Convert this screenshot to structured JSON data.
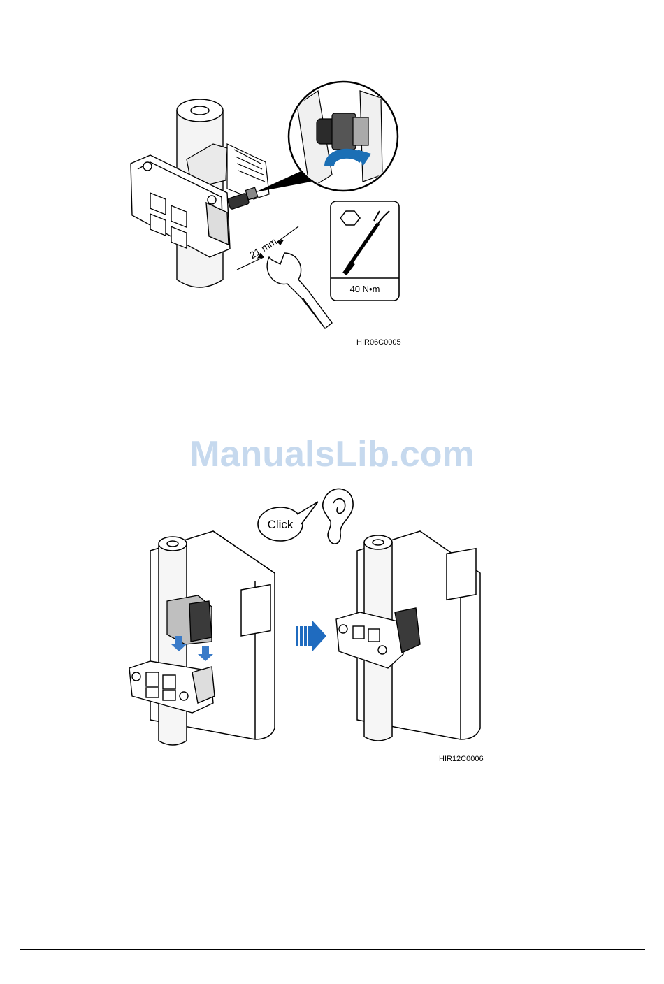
{
  "figure1": {
    "wrench_size": "21 mm",
    "torque": "40 N•m",
    "code": "HIR06C0005"
  },
  "watermark": "ManualsLib.com",
  "figure2": {
    "click_label": "Click",
    "code": "HIR12C0006"
  }
}
